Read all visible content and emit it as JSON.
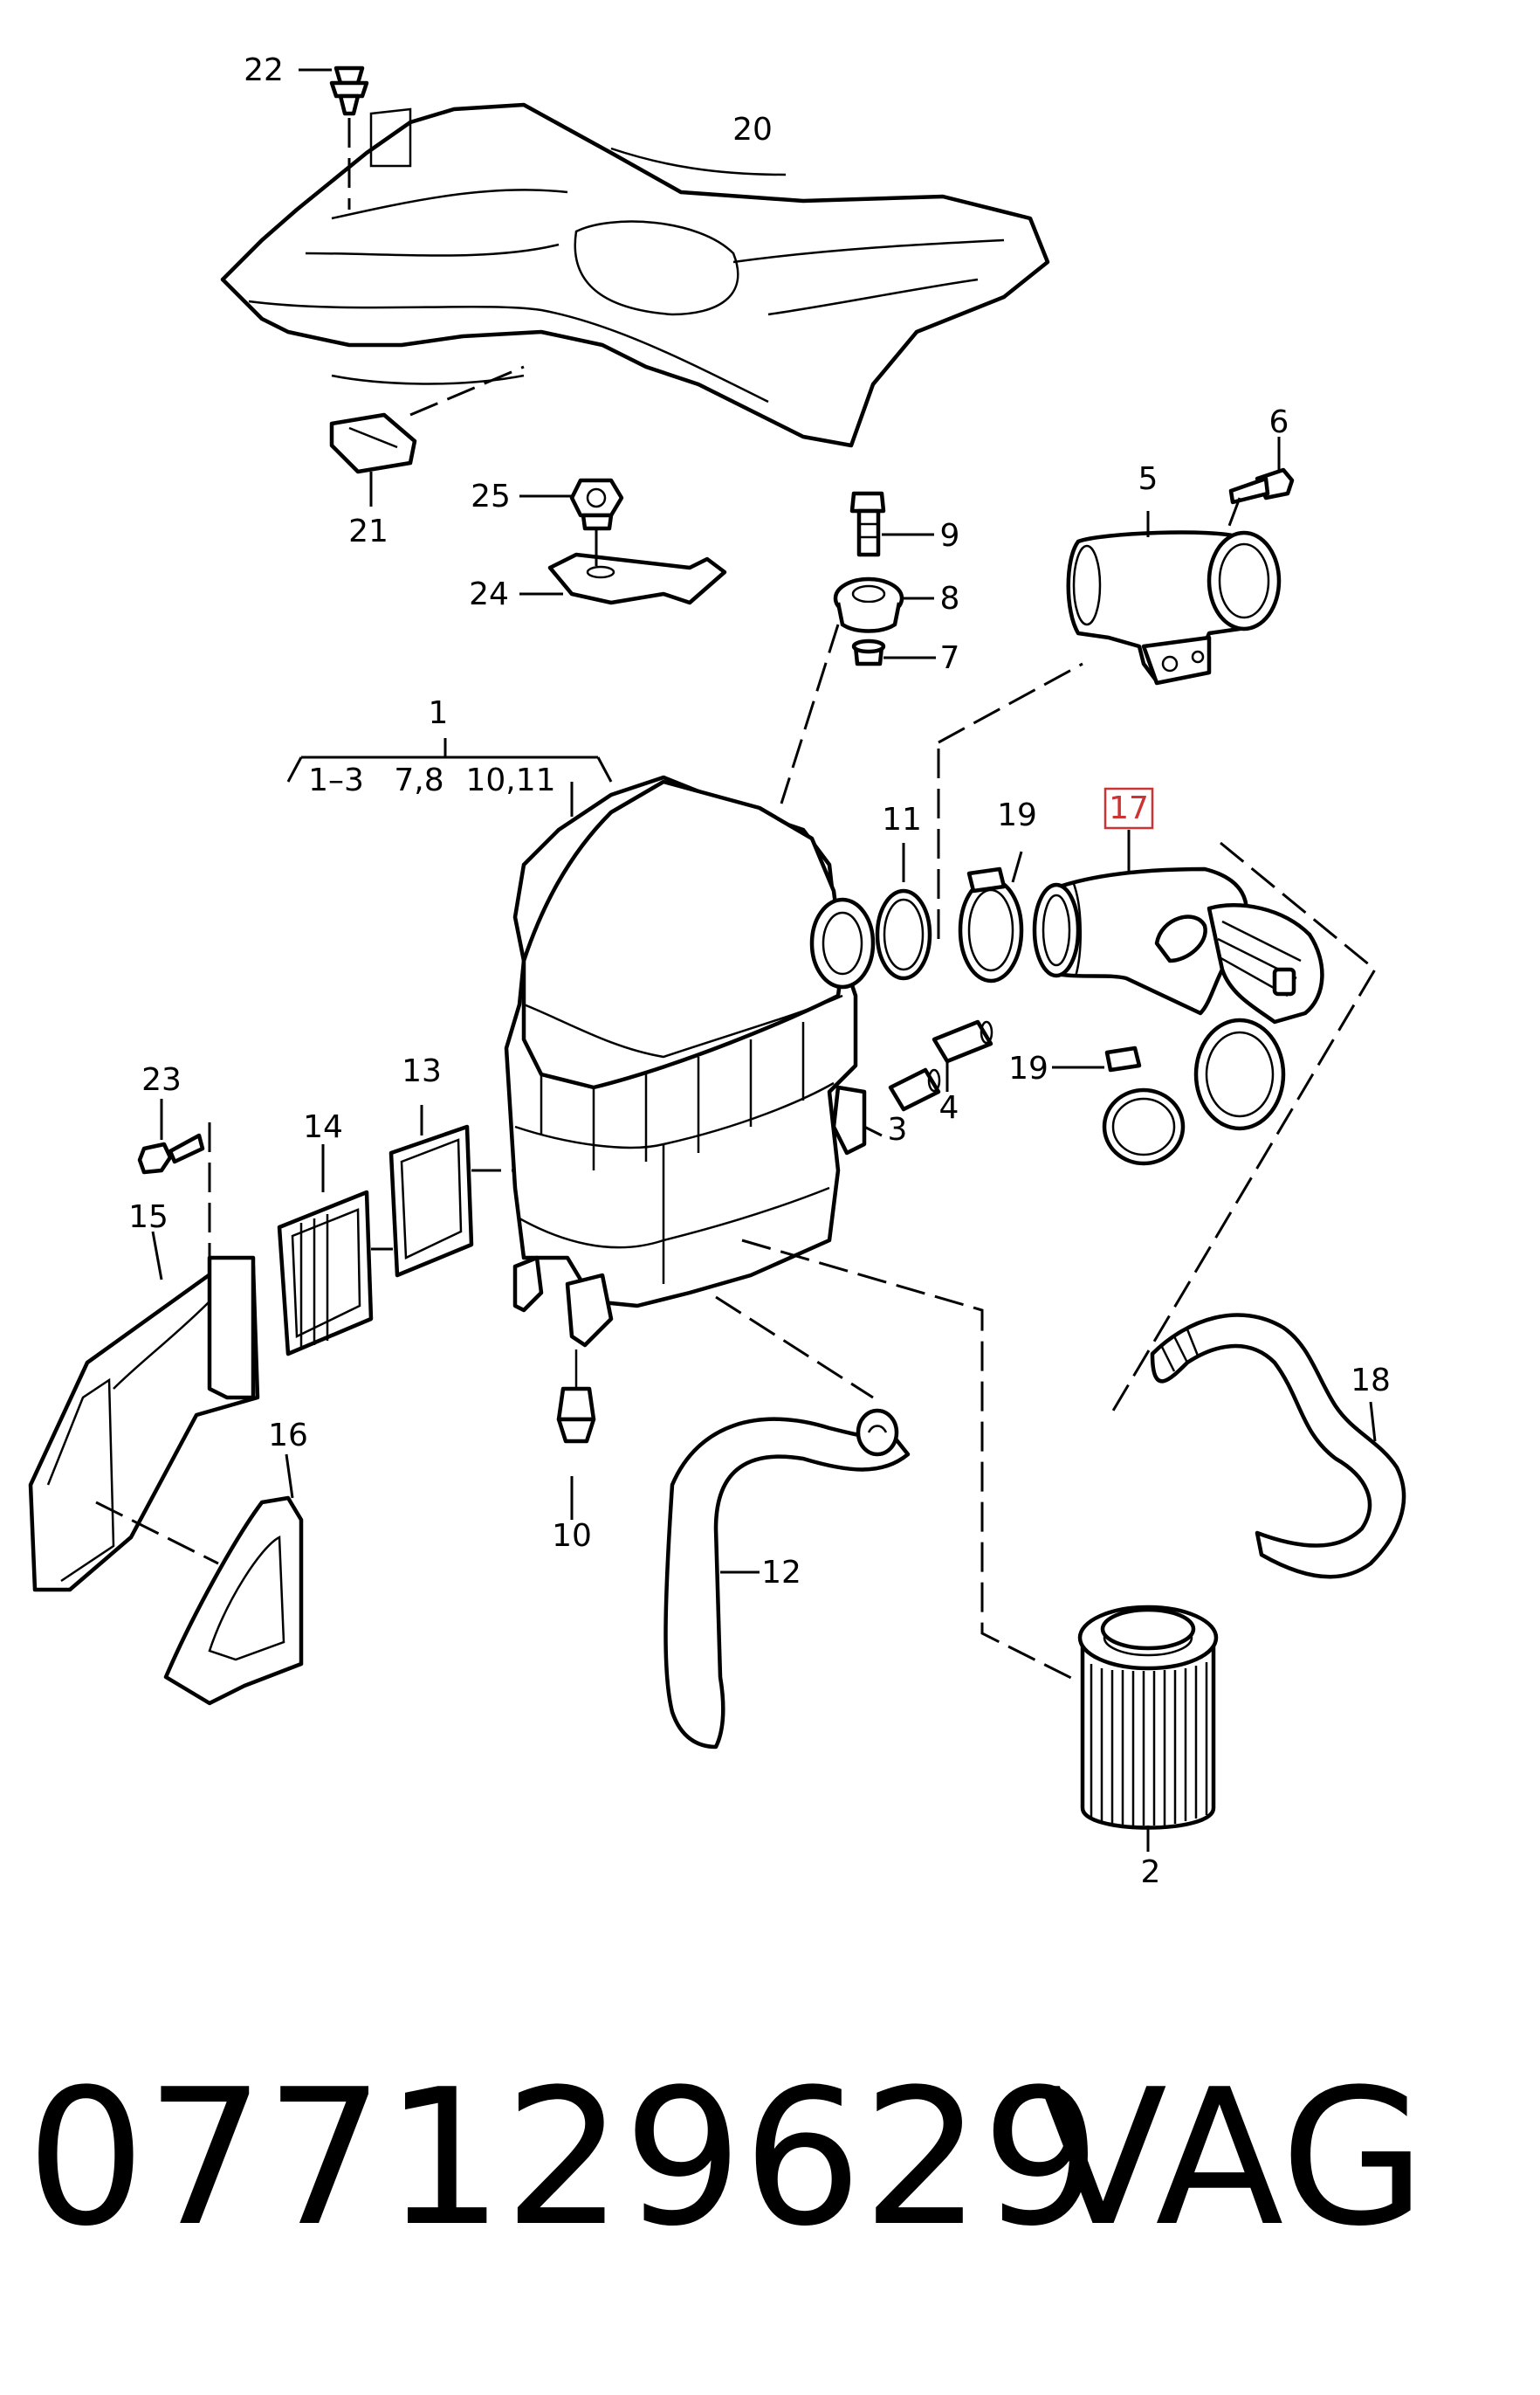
{
  "diagram": {
    "callouts": {
      "p1": "1",
      "p2": "2",
      "p3": "3",
      "p4": "4",
      "p5": "5",
      "p6": "6",
      "p7": "7",
      "p8": "8",
      "p9": "9",
      "p10": "10",
      "p11": "11",
      "p12": "12",
      "p13": "13",
      "p14": "14",
      "p15": "15",
      "p16": "16",
      "p17": "17",
      "p18": "18",
      "p19a": "19",
      "p19b": "19",
      "p20": "20",
      "p21": "21",
      "p22": "22",
      "p23": "23",
      "p24": "24",
      "p25": "25"
    },
    "group1_sub": {
      "a": "1–3",
      "b": "7,8",
      "c": "10,11"
    },
    "highlighted_callout": "17",
    "highlight_color": "#cc3333"
  },
  "footer": {
    "part_number": "077129629",
    "brand": "VAG"
  }
}
